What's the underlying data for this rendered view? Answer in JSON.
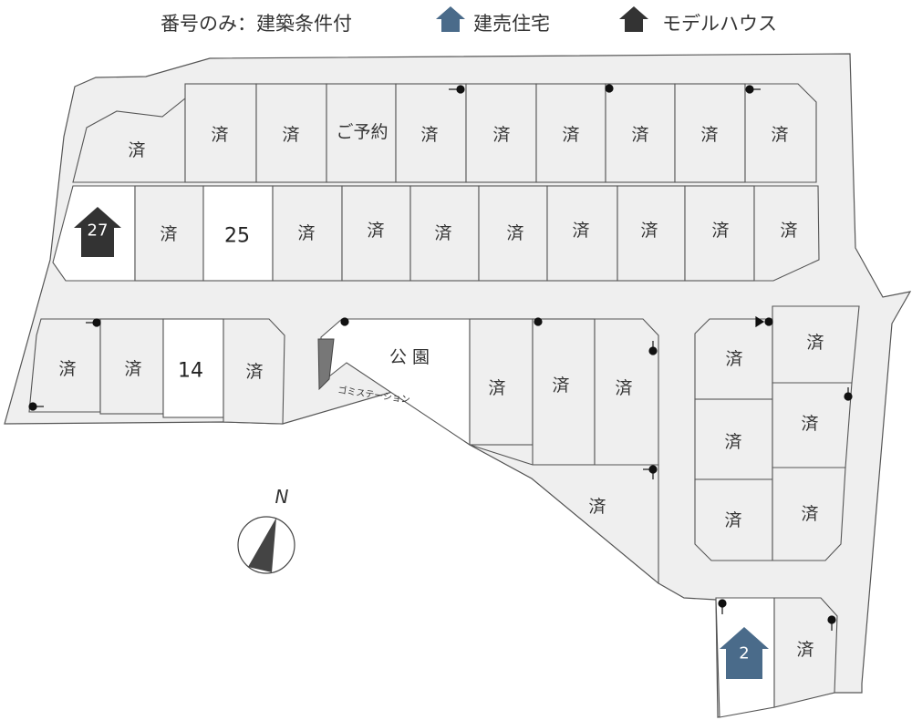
{
  "legend": {
    "note": "番号のみ：建築条件付",
    "for_sale_house": "建売住宅",
    "model_house": "モデルハウス"
  },
  "colors": {
    "for_sale_house": "#4a6b8a",
    "model_house": "#333333",
    "sold_lot": "#efefef",
    "available_lot": "#ffffff",
    "garbage_station": "#777777"
  },
  "compass": {
    "label": "N"
  },
  "park": {
    "label": "公 園"
  },
  "garbage_station": {
    "label": "ゴミステーション"
  },
  "lots": {
    "top_row": [
      "済",
      "済",
      "済",
      "ご予約",
      "済",
      "済",
      "済",
      "済",
      "済",
      "済"
    ],
    "second_row": [
      "27",
      "済",
      "25",
      "済",
      "済",
      "済",
      "済",
      "済",
      "済",
      "済",
      "済"
    ],
    "left_block": [
      "済",
      "済",
      "14",
      "済"
    ],
    "center_block": [
      "済",
      "済",
      "済",
      "済"
    ],
    "right_block": [
      "済",
      "済",
      "済",
      "済",
      "済",
      "済"
    ],
    "bottom": [
      "2",
      "済"
    ]
  },
  "icons": {
    "model_house_lot": "27",
    "for_sale_lot": "2"
  }
}
